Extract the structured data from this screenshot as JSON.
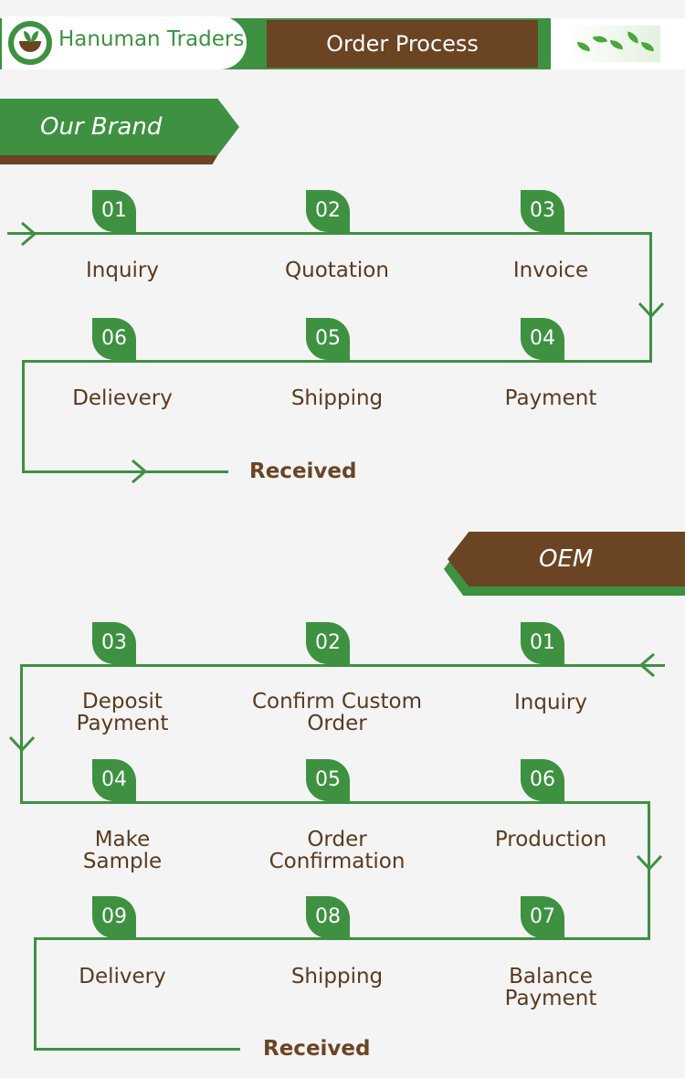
{
  "header": {
    "brand": "Hanuman Traders",
    "title": "Order Process"
  },
  "our_brand": {
    "banner": "Our Brand",
    "steps": [
      {
        "num": "01",
        "label": "Inquiry"
      },
      {
        "num": "02",
        "label": "Quotation"
      },
      {
        "num": "03",
        "label": "Invoice"
      },
      {
        "num": "04",
        "label": "Payment"
      },
      {
        "num": "05",
        "label": "Shipping"
      },
      {
        "num": "06",
        "label": "Delievery"
      }
    ],
    "end": "Received"
  },
  "oem": {
    "banner": "OEM",
    "steps": [
      {
        "num": "01",
        "label": "Inquiry"
      },
      {
        "num": "02",
        "label": "Confirm Custom Order"
      },
      {
        "num": "03",
        "label": "Deposit Payment"
      },
      {
        "num": "04",
        "label": "Make Sample"
      },
      {
        "num": "05",
        "label": "Order Confirmation"
      },
      {
        "num": "06",
        "label": "Production"
      },
      {
        "num": "07",
        "label": "Balance Payment"
      },
      {
        "num": "08",
        "label": "Shipping"
      },
      {
        "num": "09",
        "label": "Delivery"
      }
    ],
    "end": "Received"
  },
  "colors": {
    "green": "#3d9140",
    "brown": "#6b4423",
    "text": "#5a3a1e",
    "background": "#f4f4f4"
  }
}
